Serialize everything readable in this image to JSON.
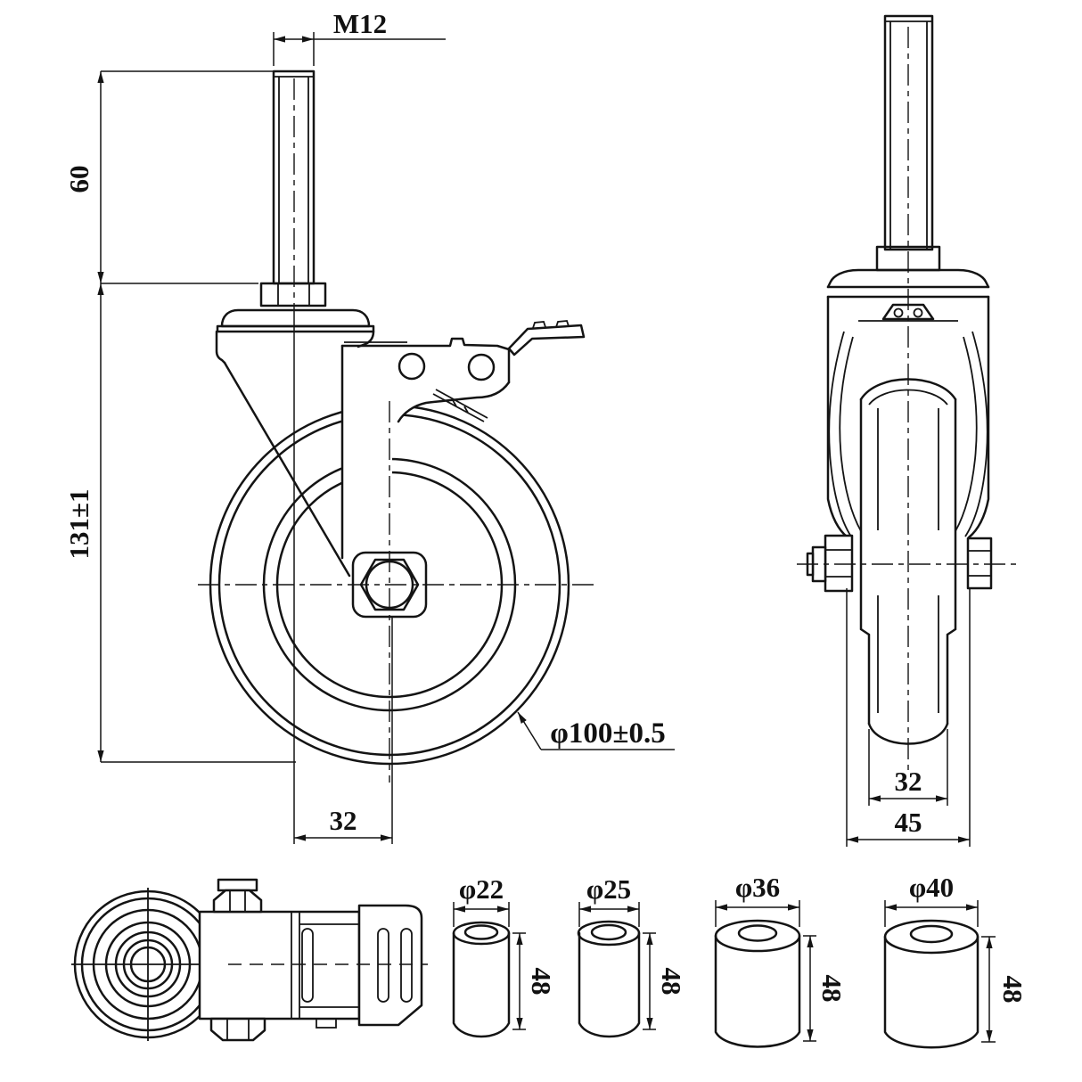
{
  "drawing": {
    "type": "caster-wheel-technical-drawing",
    "labels": {
      "thread": "M12",
      "stem_length": "60",
      "mount_height": "131±1",
      "wheel_diameter": "φ100±0.5",
      "swivel_offset": "32",
      "tread_width": "32",
      "overall_width": "45"
    },
    "adapters": [
      {
        "dia": "φ22",
        "height": "48"
      },
      {
        "dia": "φ25",
        "height": "48"
      },
      {
        "dia": "φ36",
        "height": "48"
      },
      {
        "dia": "φ40",
        "height": "48"
      }
    ],
    "line_color": "#141414",
    "background": "#ffffff"
  }
}
